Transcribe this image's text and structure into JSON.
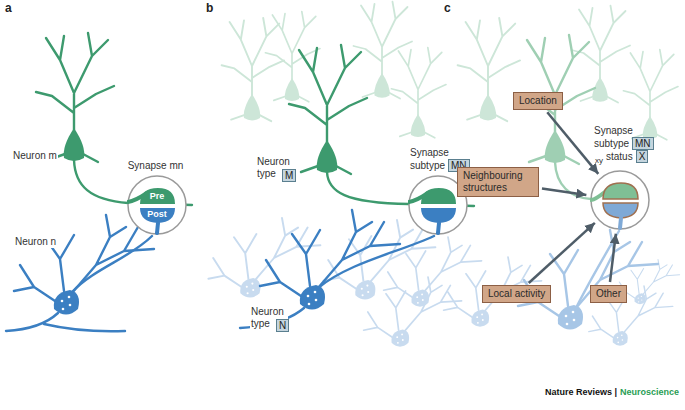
{
  "diagram": {
    "nodes": [
      {
        "text": [
          "Synapse mn",
          "Pre",
          "Post"
        ]
      },
      {
        "text": [
          "Synapse subtype",
          "MN"
        ]
      },
      {
        "text": [
          "Synapse subtype",
          "MN",
          "xy",
          "status",
          "X"
        ]
      },
      {
        "text": [
          "Location"
        ]
      },
      {
        "text": [
          "Neighbouring structures"
        ]
      },
      {
        "text": [
          "Local activity"
        ]
      },
      {
        "text": [
          "Other"
        ]
      }
    ],
    "edges": [
      {
        "from": 3,
        "to": 2,
        "arrow": "to"
      },
      {
        "from": 4,
        "to": 2,
        "arrow": "to"
      },
      {
        "from": 5,
        "to": 2,
        "arrow": "to"
      },
      {
        "from": 6,
        "to": 2,
        "arrow": "to"
      }
    ],
    "labels": [
      "a",
      "b",
      "c",
      "Neuron m",
      "Neuron n",
      "Neuron type",
      "M",
      "Neuron type",
      "N",
      "Nature Reviews |",
      "Neuroscience"
    ]
  }
}
